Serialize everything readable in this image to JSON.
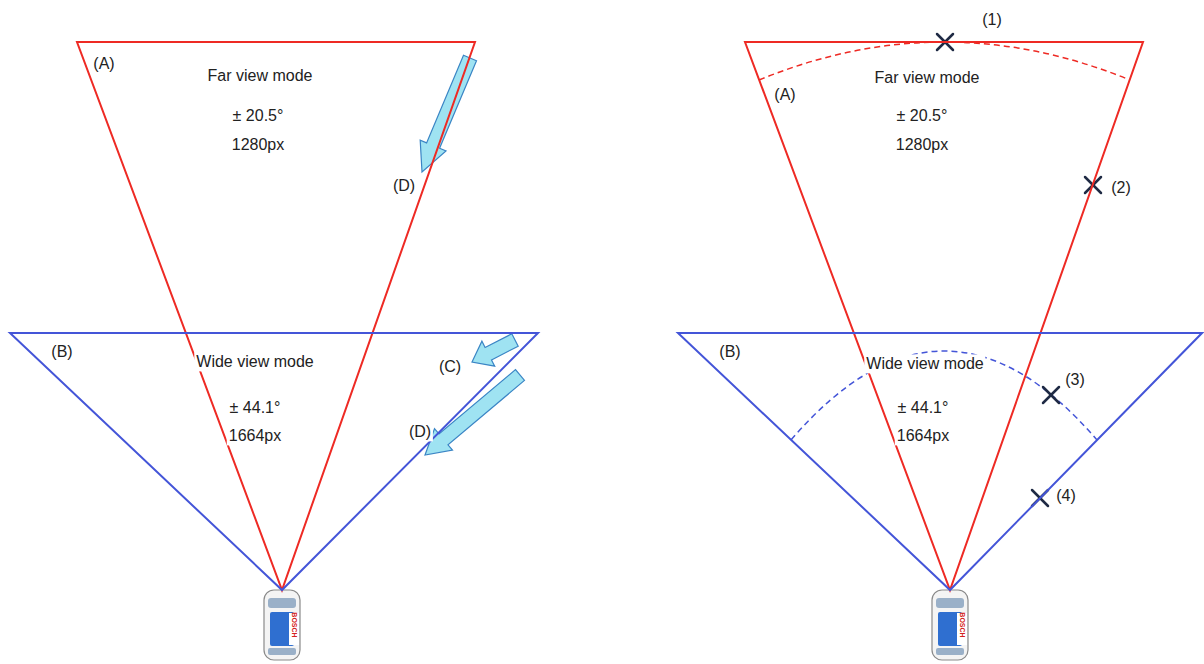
{
  "diagram": {
    "nodes": [
      {
        "text": [
          "(A)",
          "Far view mode",
          "± 20.5°",
          "1280px"
        ]
      },
      {
        "text": [
          "(B)",
          "Wide view mode",
          "± 44.1°",
          "1664px"
        ]
      },
      {
        "text": [
          "(A)",
          "Far view mode",
          "± 20.5°",
          "1280px"
        ]
      },
      {
        "text": [
          "(B)",
          "Wide view mode",
          "± 44.1°",
          "1664px"
        ]
      }
    ],
    "labels": [
      "(D)",
      "(C)",
      "(D)",
      "BOSCH",
      "(1)",
      "(2)",
      "(3)",
      "(4)",
      "BOSCH"
    ]
  }
}
